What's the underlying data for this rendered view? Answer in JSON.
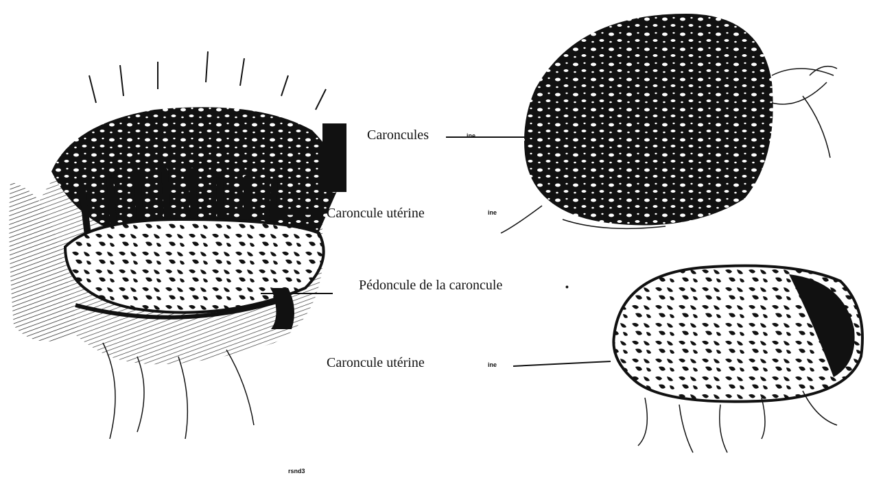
{
  "labels": {
    "caroncules": "Caroncules",
    "caroncule_uterine_top": "Caroncule utérine",
    "pedoncule": "Pédoncule de la caroncule",
    "caroncule_uterine_bottom": "Caroncule  utérine",
    "footnote": "rsnd3"
  },
  "marks": {
    "ine_1": "ine",
    "ine_2": "ine",
    "ine_3": "ine",
    "bullet": "•"
  },
  "colors": {
    "ink": "#111111",
    "paper": "#ffffff",
    "tissue": "#f4f4f4"
  },
  "figures": [
    {
      "name": "caroncule-coupe",
      "description_icon": "caroncule-section-illustration"
    },
    {
      "name": "caroncule-dark",
      "description_icon": "caroncule-dark-illustration"
    },
    {
      "name": "caroncule-light",
      "description_icon": "caroncule-light-illustration"
    }
  ]
}
